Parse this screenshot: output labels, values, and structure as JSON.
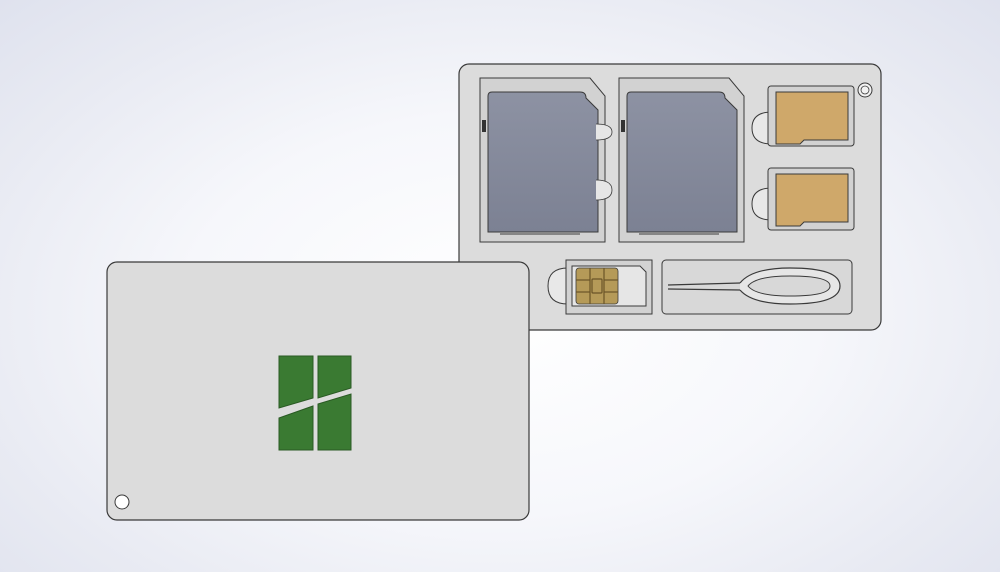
{
  "scene": {
    "description_tag": "3d-render-card-holder",
    "colors": {
      "background_center": "#ffffff",
      "background_edge": "#dfe2ee",
      "card_body": "#dcdcdc",
      "card_outline": "#3a3a3a",
      "sd_card": "#8a8fa0",
      "microsd_card": "#cfa86a",
      "sim_chip": "#b59a58",
      "logo_green": "#3a7a32"
    },
    "holder_tray": {
      "slots": [
        {
          "name": "sd-card-slot-1",
          "content": "sd-card"
        },
        {
          "name": "sd-card-slot-2",
          "content": "sd-card"
        },
        {
          "name": "microsd-slot-1",
          "content": "microsd-card"
        },
        {
          "name": "microsd-slot-2",
          "content": "microsd-card"
        },
        {
          "name": "nano-sim-slot",
          "content": "nano-sim"
        },
        {
          "name": "sim-eject-tool-slot",
          "content": "sim-eject-pin"
        }
      ]
    },
    "cover_card": {
      "logo": "green-tile-logo"
    }
  }
}
